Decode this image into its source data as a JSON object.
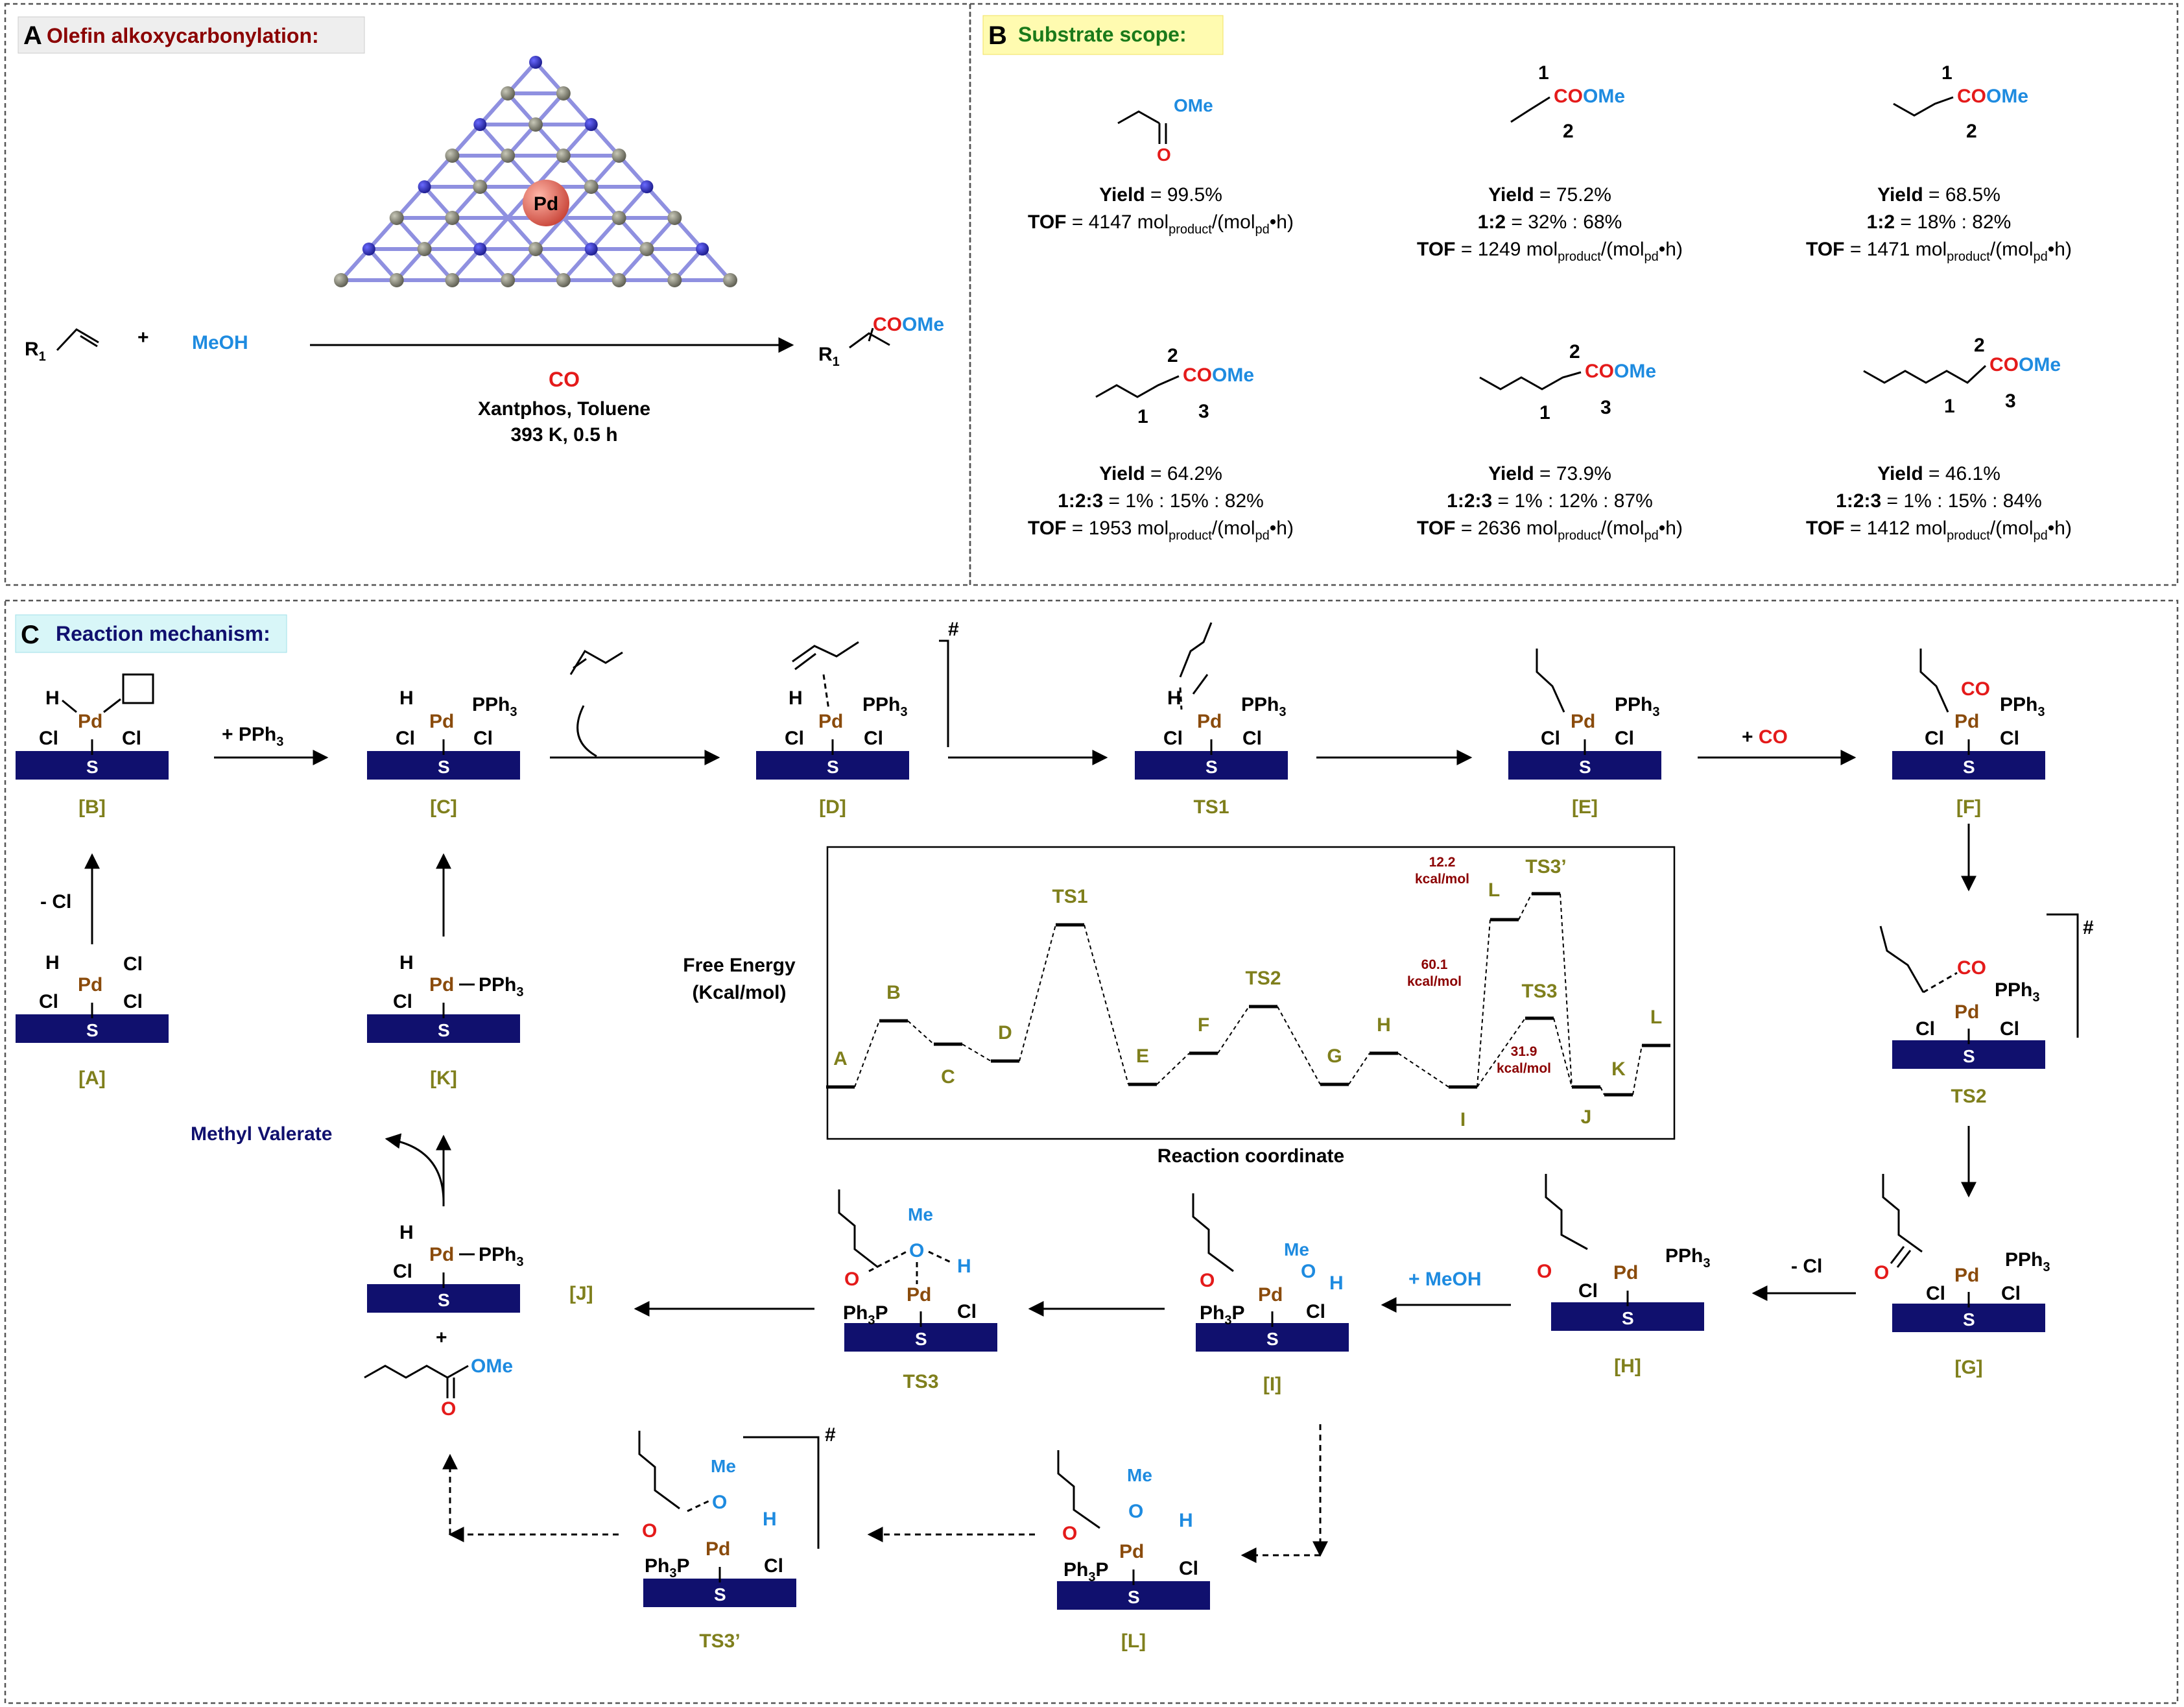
{
  "panelA": {
    "letter": "A",
    "title": "Olefin alkoxycarbonylation:",
    "reagent_r1": "R",
    "reagent_sub": "1",
    "plus": "+",
    "meoh": "MeOH",
    "co": "CO",
    "conditions_1": "Xantphos, Toluene",
    "conditions_2": "393 K, 0.5 h",
    "catalyst_metal": "Pd",
    "product_group": "COOMe"
  },
  "panelB": {
    "letter": "B",
    "title": "Substrate scope:",
    "yield_label": "Yield",
    "tof_label": "TOF",
    "tof_unit_pre": "mol",
    "tof_unit_sub1": "product",
    "tof_unit_mid": "/(mol",
    "tof_unit_sub2": "pd",
    "tof_unit_post": "•h)",
    "entries": [
      {
        "yield": "= 99.5%",
        "ratio_label": "",
        "ratio": "",
        "tof": "= 4147"
      },
      {
        "yield": "= 75.2%",
        "ratio_label": "1:2",
        "ratio": "= 32% : 68%",
        "tof": "= 1249"
      },
      {
        "yield": "= 68.5%",
        "ratio_label": "1:2",
        "ratio": "= 18% : 82%",
        "tof": "= 1471"
      },
      {
        "yield": "= 64.2%",
        "ratio_label": "1:2:3",
        "ratio": "= 1% : 15% : 82%",
        "tof": "= 1953"
      },
      {
        "yield": "= 73.9%",
        "ratio_label": "1:2:3",
        "ratio": "= 1% : 12% : 87%",
        "tof": "= 2636"
      },
      {
        "yield": "= 46.1%",
        "ratio_label": "1:2:3",
        "ratio": "= 1% : 15% : 84%",
        "tof": "= 1412"
      }
    ],
    "ome": "OMe",
    "co_frag": "CO",
    "o_atom": "O",
    "num1": "1",
    "num2": "2",
    "num3": "3"
  },
  "panelC": {
    "letter": "C",
    "title": "Reaction mechanism:",
    "support": "S",
    "metal": "Pd",
    "cl": "Cl",
    "h": "H",
    "pph3": "PPh",
    "ph3p": "Ph",
    "three": "3",
    "p_atom": "P",
    "co": "CO",
    "o": "O",
    "me": "Me",
    "hash": "#",
    "step_pph3": "+ PPh",
    "step_co_plus": "+ ",
    "step_co": "CO",
    "step_meoh": "+ MeOH",
    "step_minus_cl": "- Cl",
    "methyl_valerate": "Methyl Valerate",
    "plus": "+",
    "ome": "OMe",
    "labels": {
      "A": "[A]",
      "B": "[B]",
      "C": "[C]",
      "D": "[D]",
      "E": "[E]",
      "F": "[F]",
      "G": "[G]",
      "H": "[H]",
      "I": "[I]",
      "J": "[J]",
      "K": "[K]",
      "L": "[L]",
      "TS1": "TS1",
      "TS2": "TS2",
      "TS3": "TS3",
      "TS3p": "TS3’"
    }
  },
  "energy_diagram": {
    "ylabel_1": "Free Energy",
    "ylabel_2": "(Kcal/mol)",
    "xlabel": "Reaction coordinate",
    "states": [
      "A",
      "B",
      "C",
      "D",
      "TS1",
      "E",
      "F",
      "TS2",
      "G",
      "H",
      "I",
      "L",
      "TS3’",
      "TS3",
      "J",
      "K",
      "L"
    ],
    "annotations": {
      "a1_val": "12.2",
      "a1_unit": "kcal/mol",
      "a2_val": "60.1",
      "a2_unit": "kcal/mol",
      "a3_val": "31.9",
      "a3_unit": "kcal/mol"
    }
  },
  "colors": {
    "pd": "#8a4b0c",
    "label": "#7f7f1c",
    "support": "#10106e",
    "red": "#e41a1a",
    "blue": "#1e8be0",
    "title_a": "#8b0000",
    "title_b": "#1a7a1a",
    "title_c": "#10106e",
    "highlight_b": "#fffbb0",
    "highlight_c": "#d8f6f8"
  }
}
